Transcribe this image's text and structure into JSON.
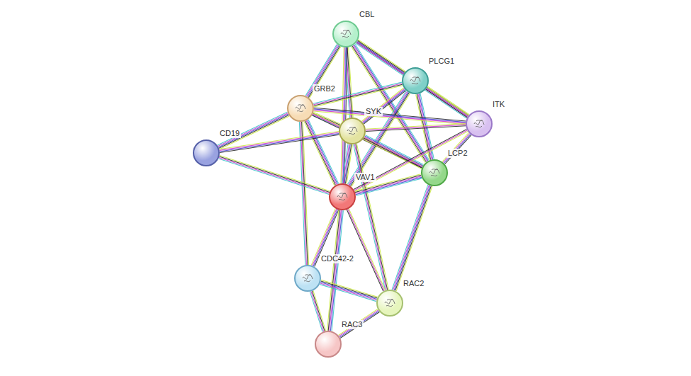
{
  "diagram": {
    "nodes": [
      {
        "text": [
          "CBL"
        ]
      },
      {
        "text": [
          "PLCG1"
        ]
      },
      {
        "text": [
          "GRB2"
        ]
      },
      {
        "text": [
          "SYK"
        ]
      },
      {
        "text": [
          "ITK"
        ]
      },
      {
        "text": [
          "CD19"
        ]
      },
      {
        "text": [
          "LCP2"
        ]
      },
      {
        "text": [
          "VAV1"
        ]
      },
      {
        "text": [
          "CDC42-2"
        ]
      },
      {
        "text": [
          "RAC2"
        ]
      },
      {
        "text": [
          "RAC3"
        ]
      }
    ],
    "edges": [
      {
        "from": 0,
        "to": 2,
        "arrow": "none"
      },
      {
        "from": 0,
        "to": 3,
        "arrow": "none"
      },
      {
        "from": 0,
        "to": 7,
        "arrow": "none"
      },
      {
        "from": 0,
        "to": 1,
        "arrow": "none"
      },
      {
        "from": 0,
        "to": 6,
        "arrow": "none"
      },
      {
        "from": 0,
        "to": 4,
        "arrow": "none"
      },
      {
        "from": 1,
        "to": 2,
        "arrow": "none"
      },
      {
        "from": 1,
        "to": 3,
        "arrow": "none"
      },
      {
        "from": 1,
        "to": 4,
        "arrow": "none"
      },
      {
        "from": 1,
        "to": 6,
        "arrow": "none"
      },
      {
        "from": 1,
        "to": 7,
        "arrow": "none"
      },
      {
        "from": 2,
        "to": 3,
        "arrow": "none"
      },
      {
        "from": 2,
        "to": 4,
        "arrow": "none"
      },
      {
        "from": 2,
        "to": 6,
        "arrow": "none"
      },
      {
        "from": 2,
        "to": 7,
        "arrow": "none"
      },
      {
        "from": 2,
        "to": 5,
        "arrow": "none"
      },
      {
        "from": 2,
        "to": 8,
        "arrow": "none"
      },
      {
        "from": 3,
        "to": 5,
        "arrow": "none"
      },
      {
        "from": 3,
        "to": 4,
        "arrow": "none"
      },
      {
        "from": 3,
        "to": 6,
        "arrow": "none"
      },
      {
        "from": 3,
        "to": 7,
        "arrow": "none"
      },
      {
        "from": 3,
        "to": 9,
        "arrow": "none"
      },
      {
        "from": 4,
        "to": 6,
        "arrow": "none"
      },
      {
        "from": 4,
        "to": 7,
        "arrow": "none"
      },
      {
        "from": 6,
        "to": 7,
        "arrow": "none"
      },
      {
        "from": 6,
        "to": 9,
        "arrow": "none"
      },
      {
        "from": 5,
        "to": 7,
        "arrow": "none"
      },
      {
        "from": 7,
        "to": 8,
        "arrow": "none"
      },
      {
        "from": 7,
        "to": 9,
        "arrow": "none"
      },
      {
        "from": 7,
        "to": 10,
        "arrow": "none"
      },
      {
        "from": 8,
        "to": 9,
        "arrow": "none"
      },
      {
        "from": 8,
        "to": 10,
        "arrow": "none"
      },
      {
        "from": 9,
        "to": 10,
        "arrow": "none"
      }
    ]
  }
}
